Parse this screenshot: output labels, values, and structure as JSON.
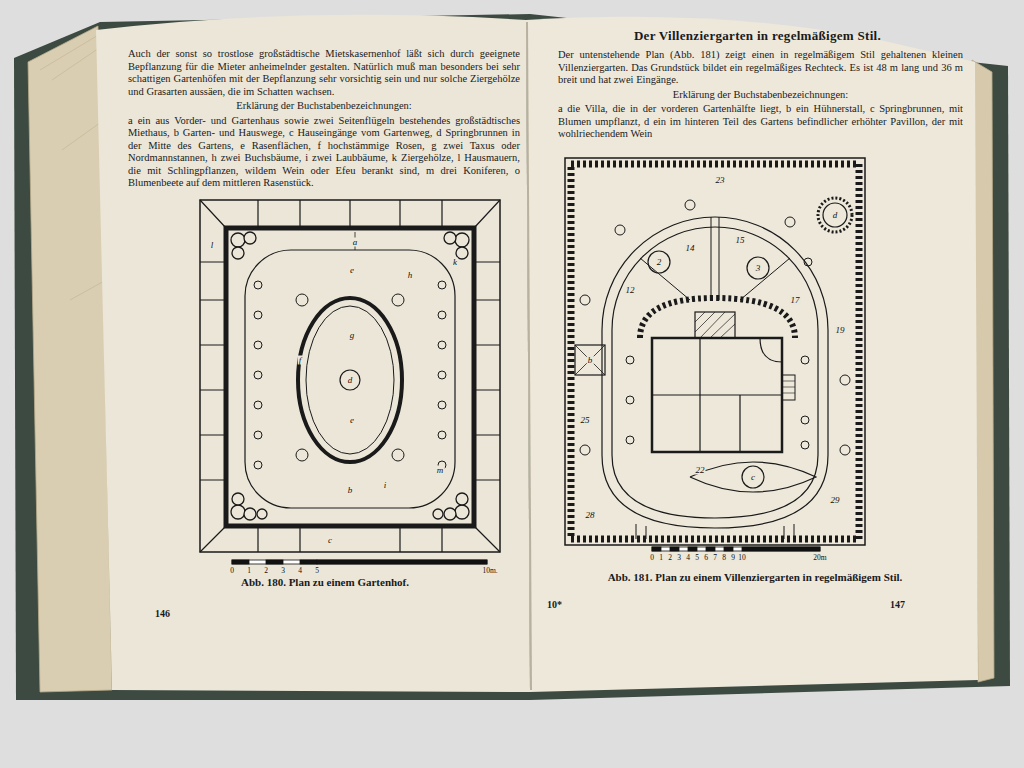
{
  "diagram": {
    "nodes": [
      {
        "text": [
          "Auch der sonst so trostlose großstädtische Mietskasernenhof läßt sich durch geeignete Bepflanzung für die Mieter anheimelnder gestalten. Natürlich muß man besonders bei sehr schattigen Gartenhöfen mit der Bepflanzung sehr vorsichtig sein und nur solche Ziergehölze und Grasarten aussäen, die im Schatten wachsen.",
          "Erklärung der Buchstabenbezeichnungen:",
          "a ein aus Vorder- und Gartenhaus sowie zwei Seitenflügeln bestehendes großstädtisches Miethaus, b Garten- und Hauswege, c Hauseingänge vom Gartenweg, d Springbrunnen in der Mitte des Gartens, e Rasenflächen, f hochstämmige Rosen, g zwei Taxus oder Nordmannstannen, h zwei Buchsbäume, i zwei Laubbäume, k Ziergehölze, l Hausmauern, die mit Schlingpflanzen, wildem Wein oder Efeu berankt sind, m drei Koniferen, o Blumenbeete auf dem mittleren Rasenstück.",
          "Abb. 180. Plan zu einem Gartenhof.",
          "146"
        ]
      },
      {
        "text": [
          "Der Villenziergarten in regelmäßigem Stil.",
          "Der untenstehende Plan (Abb. 181) zeigt einen in regelmäßigem Stil gehaltenen kleinen Villenziergarten. Das Grundstück bildet ein regelmäßiges Rechteck. Es ist 48 m lang und 36 m breit und hat zwei Eingänge.",
          "Erklärung der Buchstabenbezeichnungen:",
          "a die Villa, die in der vorderen Gartenhälfte liegt, b ein Hühnerstall, c Springbrunnen, mit Blumen umpflanzt, d ein im hinteren Teil des Gartens befindlicher erhöhter Pavillon, der mit wohlriechendem Wein",
          "Abb. 181. Plan zu einem Villenziergarten in regelmäßigem Stil.",
          "10*",
          "147"
        ]
      }
    ],
    "labels": [
      "a",
      "e",
      "g",
      "d",
      "e",
      "b",
      "c",
      "f",
      "k",
      "h",
      "i",
      "l",
      "m",
      "0",
      "1",
      "2",
      "3",
      "4",
      "5",
      "10m.",
      "2",
      "3",
      "d",
      "c",
      "b",
      "12",
      "14",
      "15",
      "17",
      "19",
      "22",
      "23",
      "25",
      "28",
      "29",
      "0",
      "1",
      "2",
      "3",
      "4",
      "5",
      "6",
      "7",
      "8",
      "9",
      "10",
      "20m"
    ]
  }
}
